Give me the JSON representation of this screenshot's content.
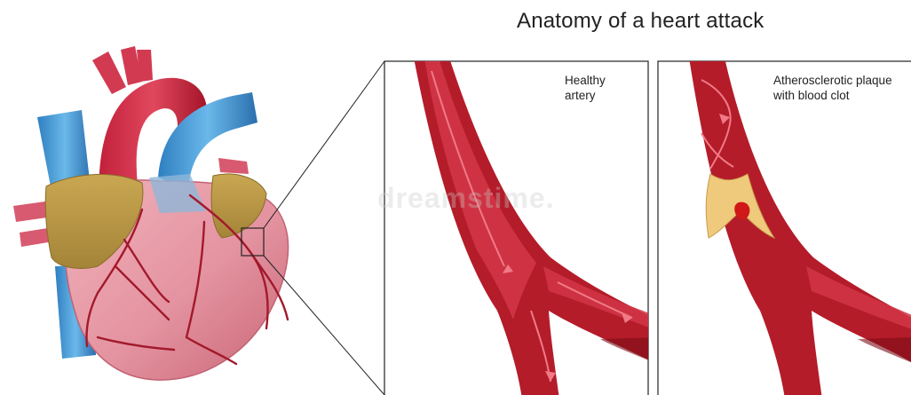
{
  "title": "Anatomy of a heart attack",
  "panels": [
    {
      "label_lines": [
        "Healthy",
        "artery"
      ]
    },
    {
      "label_lines": [
        "Atherosclerotic plaque",
        "with blood clot"
      ]
    }
  ],
  "watermark": "dreamstime.",
  "colors": {
    "artery_red": "#b41c2a",
    "artery_dark": "#7c0c16",
    "artery_light": "#e24a58",
    "heart_pink": "#e89aa6",
    "vein_blue": "#3a8fd0",
    "atrium_gold": "#b89848",
    "plaque_yellow": "#efca7c",
    "clot_red": "#d01818"
  }
}
